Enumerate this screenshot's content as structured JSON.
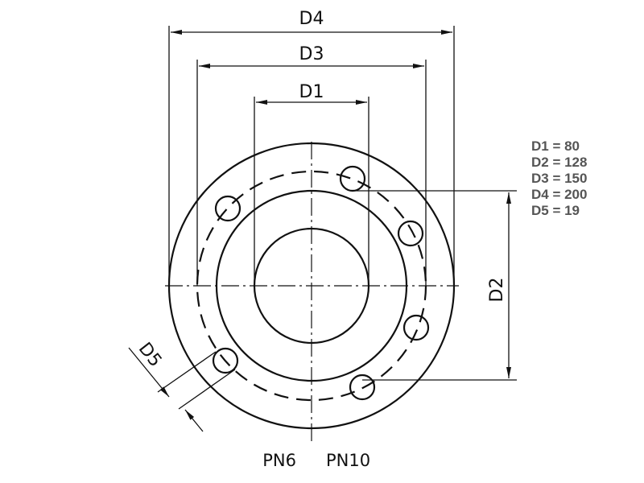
{
  "labels": {
    "d1": "D1",
    "d2": "D2",
    "d3": "D3",
    "d4": "D4",
    "d5": "D5",
    "pn6": "PN6",
    "pn10": "PN10"
  },
  "dimensions": [
    {
      "text": "D1 = 80"
    },
    {
      "text": "D2 = 128"
    },
    {
      "text": "D3 = 150"
    },
    {
      "text": "D4 = 200"
    },
    {
      "text": "D5 = 19"
    }
  ]
}
